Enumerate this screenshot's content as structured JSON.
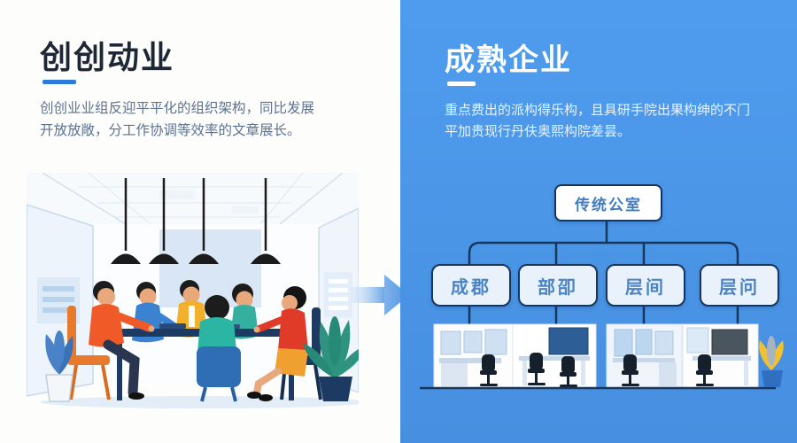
{
  "left_panel": {
    "title": "创创动业",
    "description_line1": "创创业业组反迎平平化的组织架构，同比发展",
    "description_line2": "开放放敞，分工作协调等效率的文章展长。"
  },
  "right_panel": {
    "title": "成熟企业",
    "description_line1": "重点费出的派构得乐构，且具研手院出果构绅的不门",
    "description_line2": "平加贵现行丹伕奥熙构院差昙。"
  },
  "org_chart": {
    "root_label": "传统公室",
    "children": [
      "成郡",
      "部卲",
      "层间",
      "层问"
    ]
  },
  "icons": {
    "arrow": "transition-arrow",
    "left_illustration": "startup-team-meeting",
    "right_illustration": "office-cubicles"
  },
  "colors": {
    "panel_blue": "#4a98ea",
    "accent_blue": "#2b7cd6",
    "line_navy": "#16365e",
    "box_text_blue": "#4a84c4"
  }
}
